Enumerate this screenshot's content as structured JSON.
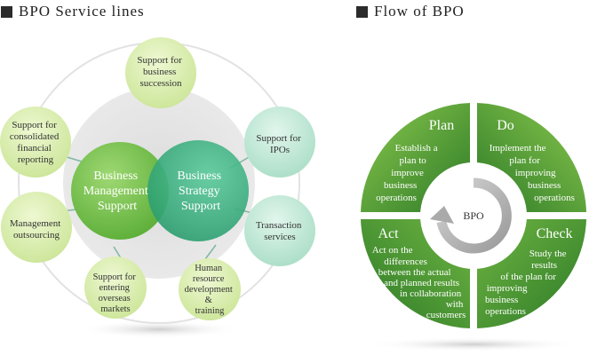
{
  "left_heading": "BPO Service lines",
  "right_heading": "Flow of  BPO",
  "service_lines": {
    "main_left": [
      "Business",
      "Management",
      "Support"
    ],
    "main_right": [
      "Business",
      "Strategy",
      "Support"
    ],
    "satellites": {
      "succession": [
        "Support for",
        "business",
        "succession"
      ],
      "ipos": [
        "Support for",
        "IPOs"
      ],
      "transaction": [
        "Transaction",
        "services"
      ],
      "hr": [
        "Human",
        "resource",
        "development",
        "&",
        "training"
      ],
      "overseas": [
        "Support for",
        "entering",
        "overseas",
        "markets"
      ],
      "outsourcing": [
        "Management",
        "outsourcing"
      ],
      "consolidated": [
        "Support for",
        "consolidated",
        "financial",
        "reporting"
      ]
    }
  },
  "flow": {
    "center": "BPO",
    "plan": {
      "title": "Plan",
      "lines": [
        "Establish a",
        "plan to",
        "improve",
        "business",
        "operations"
      ]
    },
    "do": {
      "title": "Do",
      "lines": [
        "Implement the",
        "plan for",
        "improving",
        "business",
        "operations"
      ]
    },
    "check": {
      "title": "Check",
      "lines": [
        "Study the",
        "results",
        "of the plan for",
        "improving",
        "business",
        "operations"
      ]
    },
    "act": {
      "title": "Act",
      "lines": [
        "Act on the",
        "differences",
        "between the actual",
        "and planned results",
        "in collaboration",
        "with",
        "customers"
      ]
    }
  },
  "colors": {
    "heading_square": "#2b2b2b",
    "main_left": "#6fbf4a",
    "main_right": "#3cae84",
    "satellite_yellow": "#d6eca8",
    "satellite_teal": "#bfe8d6",
    "flow_green_dark": "#2f7f2a",
    "flow_green_light": "#8cc94e"
  }
}
